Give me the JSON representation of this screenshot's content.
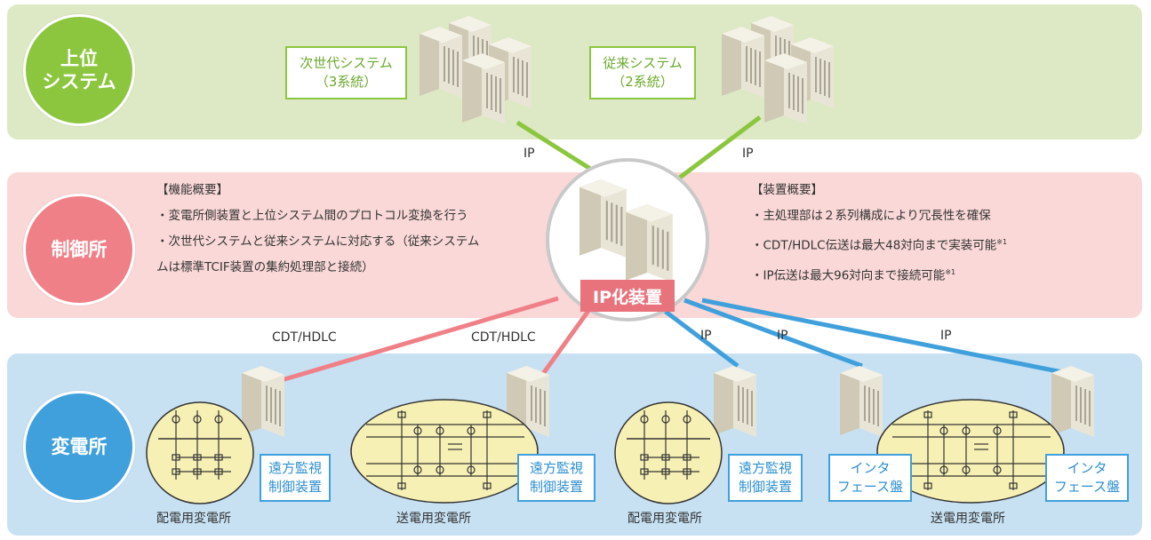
{
  "layers": {
    "top": "上位\nシステム",
    "middle": "制御所",
    "bottom": "変電所"
  },
  "upper_systems": {
    "next_gen": "次世代システム\n（3系統）",
    "legacy": "従来システム\n（2系統）"
  },
  "central_device": "IP化装置",
  "function_overview": {
    "title": "【機能概要】",
    "items": [
      "・変電所側装置と上位システム間のプロトコル変換を行う",
      "・次世代システムと従来システムに対応する（従来システム",
      "ムは標準TCIF装置の集約処理部と接続）"
    ]
  },
  "device_overview": {
    "title": "【装置概要】",
    "items": [
      "・主処理部は２系列構成により冗長性を確保",
      "・CDT/HDLC伝送は最大48対向まで実装可能",
      "・IP伝送は最大96対向まで接続可能"
    ],
    "note_mark": "※1"
  },
  "link_labels": {
    "ip_left": "IP",
    "ip_right": "IP",
    "cdt1": "CDT/HDLC",
    "cdt2": "CDT/HDLC",
    "ip_b1": "IP",
    "ip_b2": "IP",
    "ip_b3": "IP"
  },
  "field_devices": {
    "remote1": "遠方監視\n制御装置",
    "remote2": "遠方監視\n制御装置",
    "remote3": "遠方監視\n制御装置",
    "interface1": "インタ\nフェース盤",
    "interface2": "インタ\nフェース盤"
  },
  "substations": {
    "dist1": "配電用変電所",
    "trans1": "送電用変電所",
    "dist2": "配電用変電所",
    "trans2": "送電用変電所"
  },
  "colors": {
    "green": "#8cc63f",
    "pink": "#f08088",
    "blue": "#3fa0dc",
    "bg_green": "#dce9c4",
    "bg_pink": "#f9d8d7",
    "bg_blue": "#c7e1f3"
  }
}
